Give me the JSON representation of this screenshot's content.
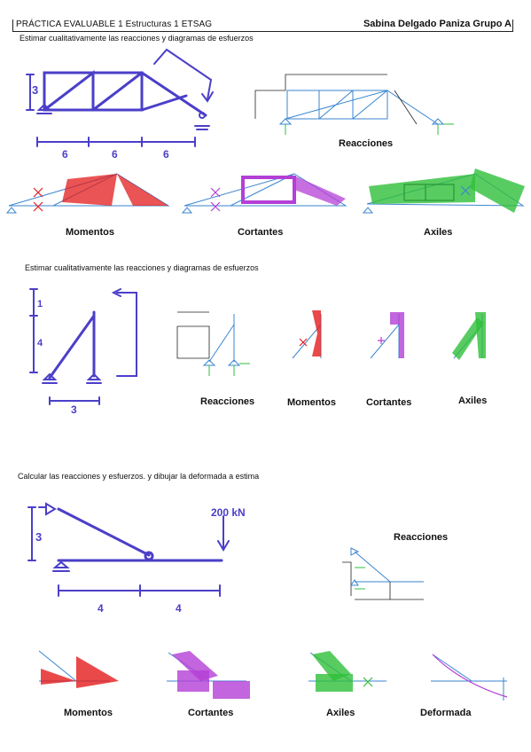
{
  "header": {
    "left": "PRÁCTICA EVALUABLE 1 Estructuras 1 ETSAG",
    "right": "Sabina Delgado Paniza  Grupo A"
  },
  "ex1": {
    "instruction": "Estimar cualitativamente las reacciones y diagramas de esfuerzos",
    "dims": {
      "height": "3",
      "spans": [
        "6",
        "6",
        "6"
      ]
    },
    "labels": {
      "reacciones": "Reacciones",
      "momentos": "Momentos",
      "cortantes": "Cortantes",
      "axiles": "Axiles"
    }
  },
  "ex2": {
    "instruction": "Estimar cualitativamente las reacciones y diagramas de esfuerzos",
    "dims": {
      "top": "1",
      "height": "4",
      "span": "3"
    },
    "labels": {
      "reacciones": "Reacciones",
      "momentos": "Momentos",
      "cortantes": "Cortantes",
      "axiles": "Axiles"
    }
  },
  "ex3": {
    "instruction": "Calcular las reacciones y esfuerzos. y dibujar la deformada a estima",
    "dims": {
      "height": "3",
      "load": "200 kN",
      "spans": [
        "4",
        "4"
      ]
    },
    "labels": {
      "reacciones": "Reacciones",
      "momentos": "Momentos",
      "cortantes": "Cortantes",
      "axiles": "Axiles",
      "deformada": "Deformada"
    }
  },
  "colors": {
    "ink": "#4b3fc8",
    "diagram": "#3a86d0",
    "moment": "#e31b1b",
    "shear": "#b43fd6",
    "axial": "#2fbf3a"
  }
}
